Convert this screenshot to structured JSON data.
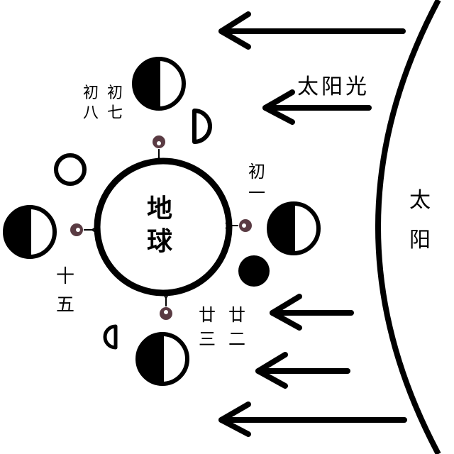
{
  "sun": {
    "label_chars": [
      "太",
      "阳"
    ],
    "light_label": "太阳光"
  },
  "earth": {
    "label_chars": [
      "地",
      "球"
    ]
  },
  "phase_labels": {
    "chu_yi": [
      "初",
      "一"
    ],
    "chu_qi": [
      "初",
      "七"
    ],
    "chu_ba": [
      "初",
      "八"
    ],
    "shi_wu": [
      "十",
      "五"
    ],
    "nian_er": [
      "廿",
      "二"
    ],
    "nian_san": [
      "廿",
      "三"
    ]
  },
  "colors": {
    "ink": "#000000",
    "paper": "#ffffff",
    "observer": "#5a3b43"
  },
  "icons": {
    "observer": "person-icon",
    "arrow": "arrow-left-icon",
    "moon": "moon-phase-icon"
  }
}
